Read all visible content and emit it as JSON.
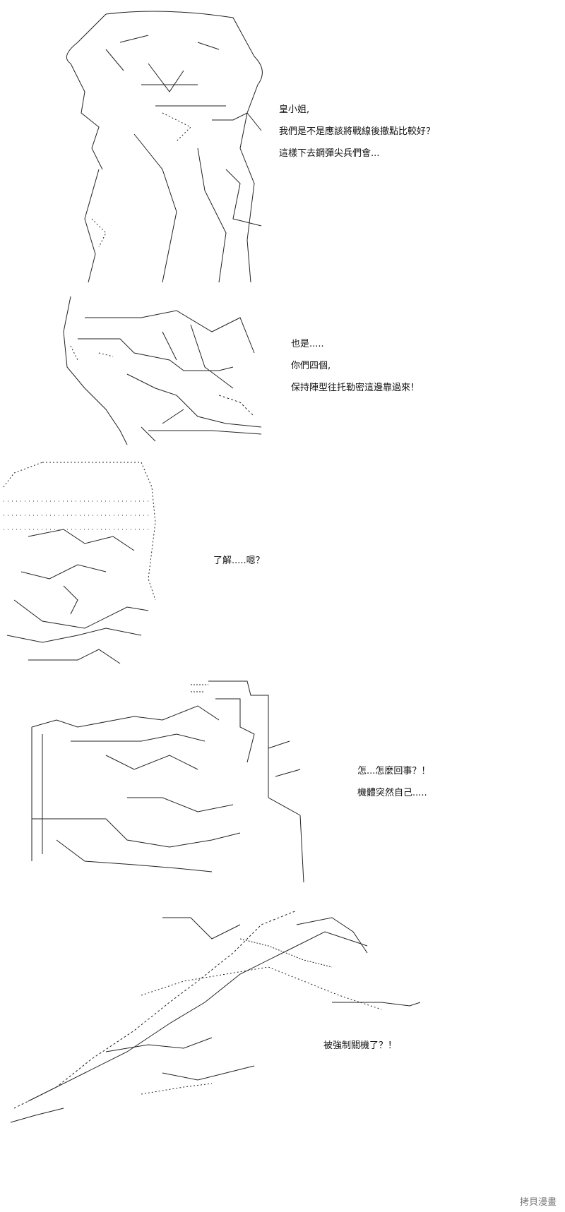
{
  "panels": [
    {
      "lines": [
        "皇小姐,",
        "我們是不是應該將戰線後撤點比較好？",
        "這樣下去鋼彈尖兵們會..."
      ]
    },
    {
      "lines": [
        "也是.....",
        "你們四個,",
        "保持陣型往托勒密這邊靠過來！"
      ]
    },
    {
      "lines": [
        "了解.....嗯？"
      ]
    },
    {
      "lines": [
        "怎...怎麼回事？！",
        "機體突然自己....."
      ]
    },
    {
      "lines": [
        "被強制關機了？！"
      ]
    }
  ],
  "watermark": "拷貝漫畫"
}
